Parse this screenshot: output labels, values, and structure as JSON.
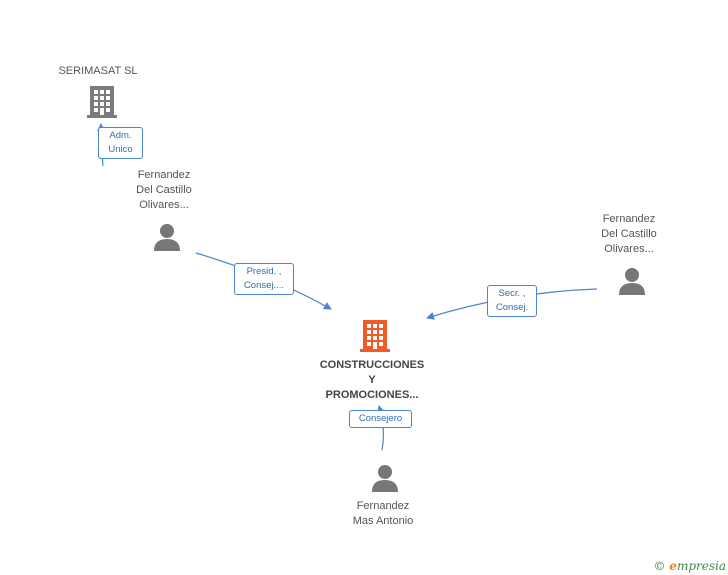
{
  "colors": {
    "company_icon": "#7b7b7b",
    "central_icon": "#f05a28",
    "person_icon": "#777777",
    "edge": "#4a86c8",
    "label": "#555555",
    "brand_e": "#f07f22",
    "brand_text": "#3c8c47"
  },
  "nodes": {
    "serimasat": {
      "label": "SERIMASAT  SL",
      "icon": "building-icon"
    },
    "person_top_left": {
      "lines": [
        "Fernandez",
        "Del Castillo",
        "Olivares..."
      ],
      "icon": "person-icon"
    },
    "person_right": {
      "lines": [
        "Fernandez",
        "Del Castillo",
        "Olivares..."
      ],
      "icon": "person-icon"
    },
    "central": {
      "lines": [
        "CONSTRUCCIONES",
        "Y",
        "PROMOCIONES..."
      ],
      "icon": "building-icon"
    },
    "person_bottom": {
      "lines": [
        "Fernandez",
        "Mas Antonio"
      ],
      "icon": "person-icon"
    }
  },
  "relations": {
    "adm": [
      "Adm.",
      "Unico"
    ],
    "presid": [
      "Presid. ,",
      "Consej...."
    ],
    "secr": [
      "Secr. ,",
      "Consej."
    ],
    "consejero": [
      "Consejero"
    ]
  },
  "footer": {
    "copyright": "©",
    "brand_e": "e",
    "brand_rest": "mpresia"
  }
}
